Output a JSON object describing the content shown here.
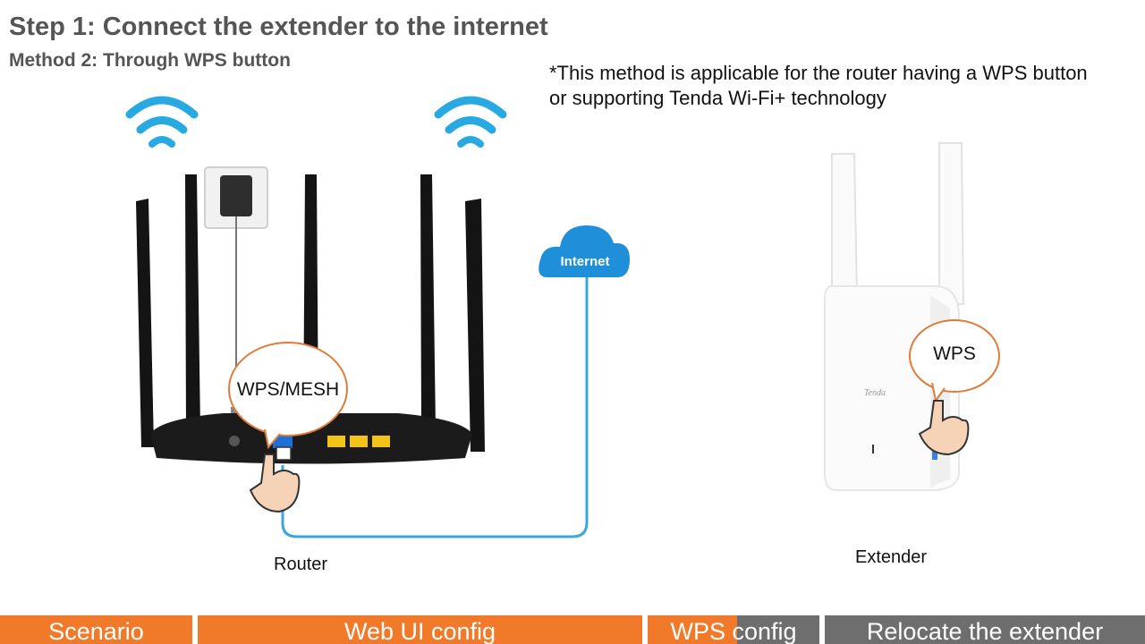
{
  "header": {
    "title": "Step 1: Connect the extender to the internet",
    "subtitle": "Method 2: Through WPS button"
  },
  "note": {
    "line1": "*This method is applicable for the router having a WPS button",
    "line2": "or supporting Tenda Wi-Fi+ technology"
  },
  "diagram": {
    "cloud_label": "Internet",
    "router_label": "Router",
    "router_callout": "WPS/MESH",
    "extender_label": "Extender",
    "extender_callout": "WPS",
    "extender_brand": "Tenda"
  },
  "colors": {
    "wifi": "#29A9E1",
    "cloud": "#1E8FD8",
    "cable": "#3AA7D9",
    "callout_border": "#E07B39",
    "lan_port": "#F2C318",
    "wan_port": "#1E6FD9",
    "tab_orange": "#F07A2A",
    "tab_gray": "#6E6E6E"
  },
  "tabs": [
    {
      "label": "Scenario",
      "state": "active"
    },
    {
      "label": "Web UI config",
      "state": "active"
    },
    {
      "label": "WPS config",
      "state": "current"
    },
    {
      "label": "Relocate the extender",
      "state": "upcoming"
    }
  ]
}
